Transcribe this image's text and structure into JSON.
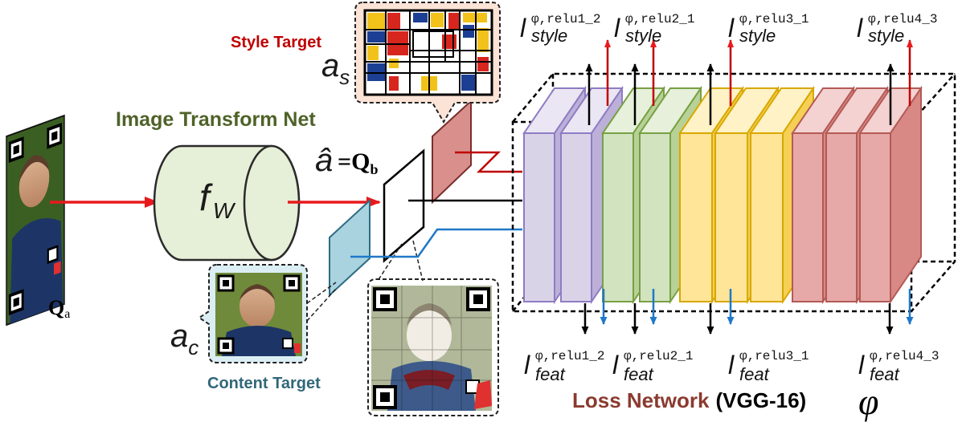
{
  "labels": {
    "style_target": "Style Target",
    "image_transform_net": "Image Transform Net",
    "content_target": "Content Target",
    "loss_network_a": "Loss Network",
    "loss_network_b": "(VGG-16)",
    "phi": "φ",
    "fw_f": "f",
    "fw_sub": "W",
    "a_s_base": "a",
    "a_s_sub": "s",
    "a_c_base": "a",
    "a_c_sub": "c",
    "a_hat": "â",
    "q_b_eq": "=",
    "q_b_base": "Q",
    "q_b_sub": "b",
    "q_a_base": "Q",
    "q_a_sub": "a"
  },
  "style_losses": [
    {
      "letter": "l",
      "sup": "φ,relu1_2",
      "sub": "style"
    },
    {
      "letter": "l",
      "sup": "φ,relu2_1",
      "sub": "style"
    },
    {
      "letter": "l",
      "sup": "φ,relu3_1",
      "sub": "style"
    },
    {
      "letter": "l",
      "sup": "φ,relu4_3",
      "sub": "style"
    }
  ],
  "feat_losses": [
    {
      "letter": "l",
      "sup": "φ,relu1_2",
      "sub": "feat"
    },
    {
      "letter": "l",
      "sup": "φ,relu2_1",
      "sub": "feat"
    },
    {
      "letter": "l",
      "sup": "φ,relu3_1",
      "sub": "feat"
    },
    {
      "letter": "l",
      "sup": "φ,relu4_3",
      "sub": "feat"
    }
  ],
  "colors": {
    "style_red": "#c00000",
    "net_green": "#4f6228",
    "content_teal": "#31677a",
    "loss_brown": "#8b3a2f",
    "arrow_red": "#e8191c",
    "arrow_blue": "#1f78c8",
    "purple_block": "#d9d3e8",
    "purple_edge": "#8e7cc3",
    "green_block": "#d2e3bf",
    "green_edge": "#77a043",
    "yellow_block": "#ffe597",
    "yellow_edge": "#d8a800",
    "red_block": "#e6a9a7",
    "red_edge": "#b45a57"
  }
}
